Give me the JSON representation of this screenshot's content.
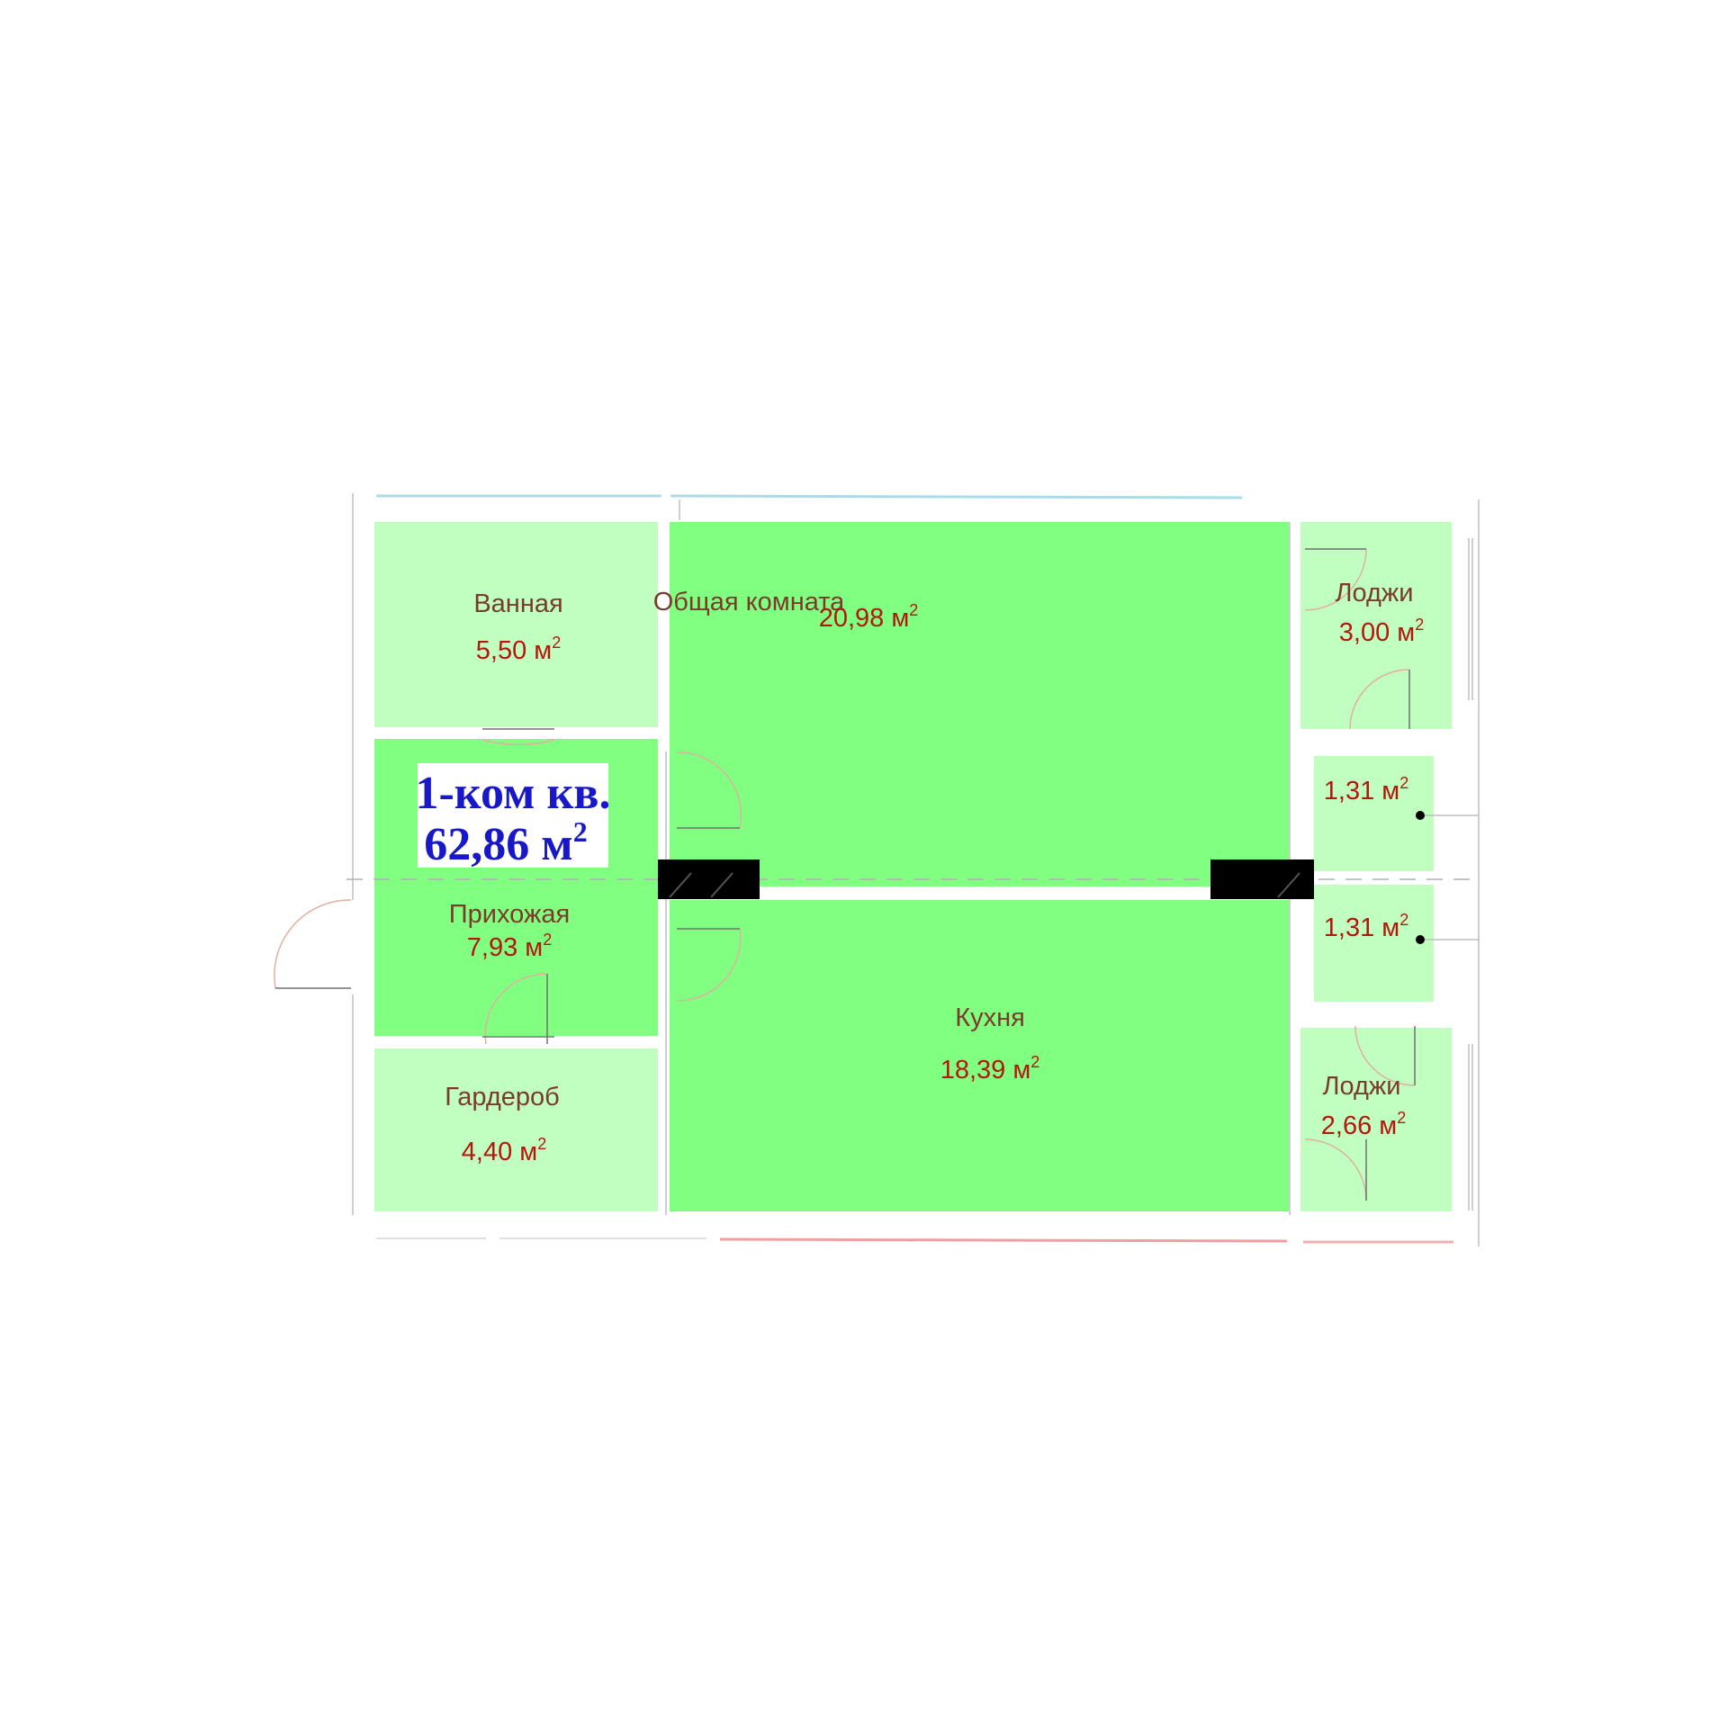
{
  "plan": {
    "badge": {
      "line1": "1-ком кв.",
      "line2_value": "62,86 м",
      "line2_sup": "2"
    },
    "rooms": [
      {
        "key": "bathroom",
        "name": "Ванная",
        "area": "5,50 м",
        "sup": "2"
      },
      {
        "key": "living",
        "name": "Общая комната",
        "area": "20,98 м",
        "sup": "2"
      },
      {
        "key": "loggia_top",
        "name": "Лоджи",
        "area": "3,00 м",
        "sup": "2"
      },
      {
        "key": "small_top",
        "name": "",
        "area": "1,31 м",
        "sup": "2"
      },
      {
        "key": "small_bottom",
        "name": "",
        "area": "1,31 м",
        "sup": "2"
      },
      {
        "key": "hallway",
        "name": "Прихожая",
        "area": "7,93 м",
        "sup": "2"
      },
      {
        "key": "kitchen",
        "name": "Кухня",
        "area": "18,39 м",
        "sup": "2"
      },
      {
        "key": "wardrobe",
        "name": "Гардероб",
        "area": "4,40 м",
        "sup": "2"
      },
      {
        "key": "loggia_bottom",
        "name": "Лоджи",
        "area": "2,66 м",
        "sup": "2"
      }
    ],
    "colors": {
      "bright_green": "#80ff80",
      "light_green": "#c0ffc0",
      "wall_black": "#000000",
      "badge_text": "#1818c8",
      "name_text": "#7a3b2a",
      "area_text": "#b3170f"
    }
  }
}
